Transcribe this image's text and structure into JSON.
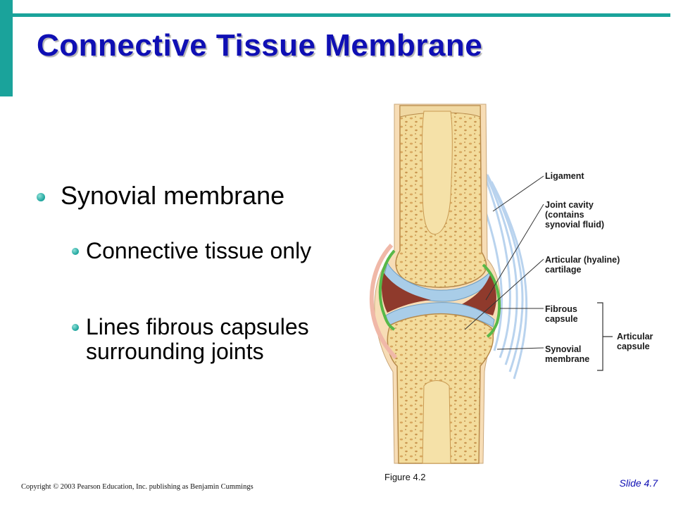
{
  "slide": {
    "title": "Connective Tissue Membrane",
    "bullets": {
      "main": "Synovial membrane",
      "sub": [
        "Connective tissue only",
        "Lines fibrous capsules surrounding joints"
      ]
    },
    "figure": {
      "labels": {
        "ligament": "Ligament",
        "joint_cavity": [
          "Joint cavity",
          "(contains",
          "synovial fluid)"
        ],
        "cartilage": [
          "Articular (hyaline)",
          "cartilage"
        ],
        "fibrous_capsule": [
          "Fibrous",
          "capsule"
        ],
        "synovial_membrane": [
          "Synovial",
          "membrane"
        ],
        "articular_capsule": [
          "Articular",
          "capsule"
        ]
      },
      "caption": "Figure 4.2"
    },
    "footer": {
      "copyright": "Copyright © 2003 Pearson Education, Inc. publishing as Benjamin Cummings",
      "slide_number": "Slide 4.7"
    },
    "colors": {
      "accent": "#1aa39b",
      "title": "#0f0fb4",
      "bone": "#f1d79b",
      "cartilage": "#a9cde8",
      "synovial": "#58b848",
      "cavity": "#8f3a2c",
      "ligament": "#b9d3ee"
    }
  }
}
